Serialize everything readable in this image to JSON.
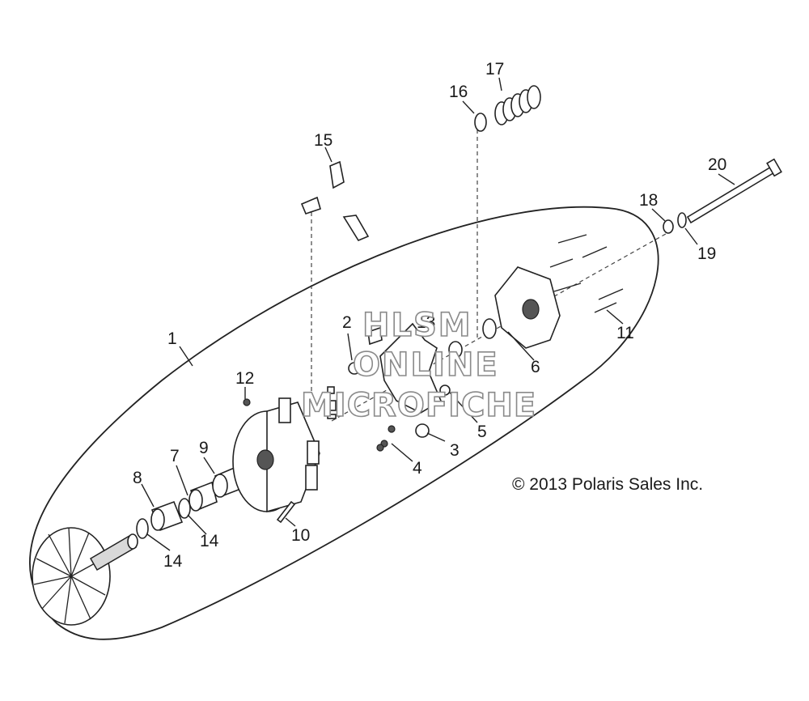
{
  "callouts": {
    "c1": "1",
    "c2": "2",
    "c3": "3",
    "c4": "4",
    "c5": "5",
    "c6": "6",
    "c7": "7",
    "c8": "8",
    "c9": "9",
    "c10": "10",
    "c11": "11",
    "c12": "12",
    "c13": "13",
    "c14a": "14",
    "c14b": "14",
    "c15": "15",
    "c16": "16",
    "c17": "17",
    "c18": "18",
    "c19": "19",
    "c20": "20"
  },
  "copyright": "© 2013 Polaris Sales Inc.",
  "watermark": {
    "line1": "HLSM",
    "line2": "ONLINE",
    "line3": "MICROFICHE"
  }
}
